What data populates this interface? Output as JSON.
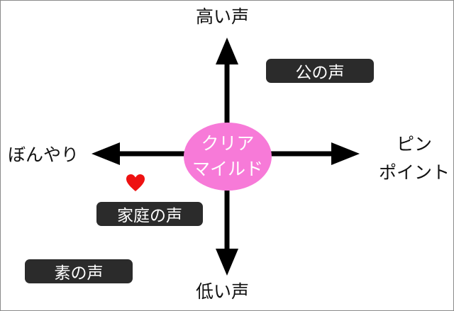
{
  "axes": {
    "top_label": "高い声",
    "bottom_label": "低い声",
    "left_label": "ぼんやり",
    "right_label_line1": "ピン",
    "right_label_line2": "ポイント"
  },
  "center": {
    "line1": "クリア",
    "line2": "マイルド",
    "color": "#f77ad8"
  },
  "tags": {
    "public": "公の声",
    "home": "家庭の声",
    "plain": "素の声",
    "color": "#2b2b2b"
  },
  "heart": {
    "icon": "heart-icon",
    "color": "#ee1111"
  }
}
